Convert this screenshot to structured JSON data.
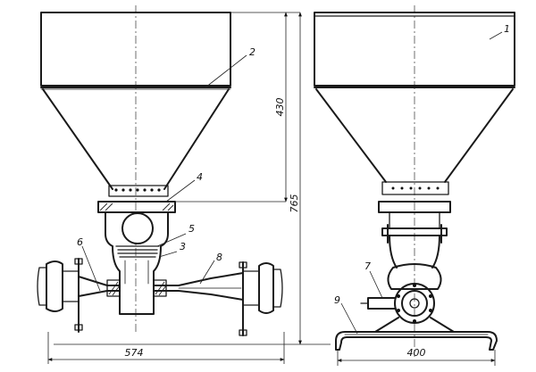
{
  "labels": {
    "p1": "1",
    "p2": "2",
    "p3": "3",
    "p4": "4",
    "p5": "5",
    "p6": "6",
    "p7": "7",
    "p8": "8",
    "p9": "9"
  },
  "dimensions": {
    "hopper_height": "430",
    "total_height": "765",
    "length": "574",
    "width": "400"
  }
}
